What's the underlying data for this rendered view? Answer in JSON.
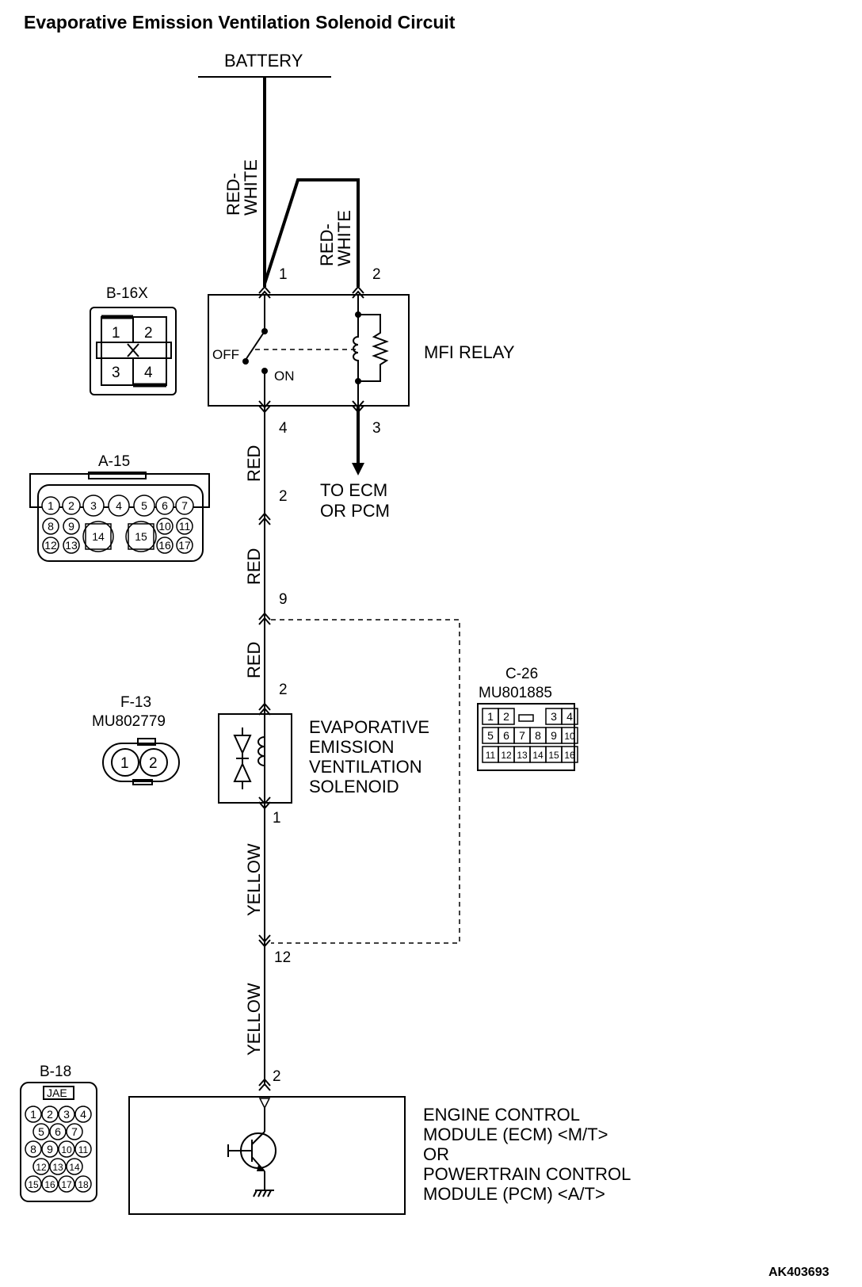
{
  "title": "Evaporative Emission Ventilation Solenoid Circuit",
  "battery_label": "BATTERY",
  "wire_colors": {
    "battery_to_relay_1": "RED-\nWHITE",
    "battery_to_relay_2": "RED-\nWHITE",
    "relay_to_a15": "RED",
    "a15_to_c26": "RED",
    "c26_to_solenoid": "RED",
    "solenoid_to_c26": "YELLOW",
    "c26_to_ecm": "YELLOW"
  },
  "relay": {
    "label": "MFI RELAY",
    "off_label": "OFF",
    "on_label": "ON",
    "pins": {
      "p1": "1",
      "p2": "2",
      "p3": "3",
      "p4": "4"
    },
    "to_ecm_label_1": "TO ECM",
    "to_ecm_label_2": "OR PCM"
  },
  "junction_pins": {
    "a15": "2",
    "c26_top": "9",
    "solenoid_top": "2",
    "solenoid_bottom": "1",
    "c26_bottom": "12",
    "ecm": "2"
  },
  "solenoid": {
    "label_lines": [
      "EVAPORATIVE",
      "EMISSION",
      "VENTILATION",
      "SOLENOID"
    ]
  },
  "ecm": {
    "label_lines": [
      "ENGINE CONTROL",
      "MODULE (ECM) <M/T>",
      "OR",
      "POWERTRAIN CONTROL",
      "MODULE (PCM) <A/T>"
    ]
  },
  "connectors": {
    "b16x": {
      "name": "B-16X",
      "pins": [
        "1",
        "2",
        "3",
        "4"
      ]
    },
    "a15": {
      "name": "A-15",
      "pins": [
        "1",
        "2",
        "3",
        "4",
        "5",
        "6",
        "7",
        "8",
        "9",
        "10",
        "11",
        "12",
        "13",
        "14",
        "15",
        "16",
        "17"
      ]
    },
    "c26": {
      "name": "C-26",
      "part": "MU801885",
      "pins": [
        "1",
        "2",
        "3",
        "4",
        "5",
        "6",
        "7",
        "8",
        "9",
        "10",
        "11",
        "12",
        "13",
        "14",
        "15",
        "16"
      ]
    },
    "f13": {
      "name": "F-13",
      "part": "MU802779",
      "pins": [
        "1",
        "2"
      ]
    },
    "b18": {
      "name": "B-18",
      "tag": "JAE",
      "pins": [
        "1",
        "2",
        "3",
        "4",
        "5",
        "6",
        "7",
        "8",
        "9",
        "10",
        "11",
        "12",
        "13",
        "14",
        "15",
        "16",
        "17",
        "18"
      ]
    }
  },
  "figure_code": "AK403693"
}
